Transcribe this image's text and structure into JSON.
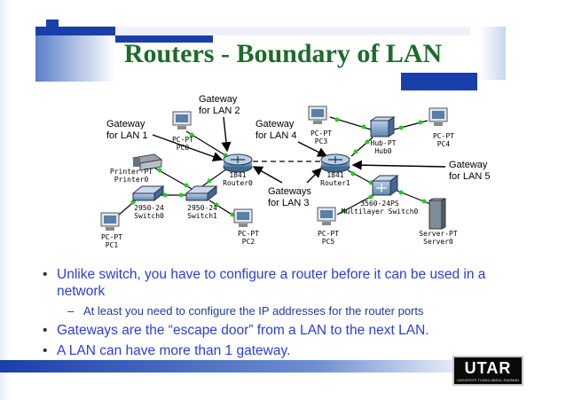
{
  "slide": {
    "title": "Routers - Boundary of LAN",
    "bullets": [
      {
        "marker": "•",
        "text": "Unlike switch, you have to configure a router before it can be used in a network",
        "level": 1
      },
      {
        "marker": "–",
        "text": "At least you need to configure the IP addresses for the router ports",
        "level": 2
      },
      {
        "marker": "•",
        "text": "Gateways are the “escape door” from a LAN to the next LAN.",
        "level": 1
      },
      {
        "marker": "•",
        "text": "A LAN can have more than 1 gateway.",
        "level": 1
      }
    ],
    "logo_text": "UTAR",
    "logo_subtext": "UNIVERSITI TUNKU ABDUL RAHMAN"
  },
  "diagram": {
    "annotations": {
      "gw_lan1": [
        "Gateway",
        "for LAN 1"
      ],
      "gw_lan2": [
        "Gateway",
        "for LAN 2"
      ],
      "gw_lan4": [
        "Gateway",
        "for LAN 4"
      ],
      "gw_lan3": [
        "Gateways",
        "for LAN 3"
      ],
      "gw_lan5": [
        "Gateway",
        "for LAN 5"
      ]
    },
    "devices": [
      {
        "id": "pc0",
        "type": "pc",
        "labels": [
          "PC-PT",
          "PC0"
        ]
      },
      {
        "id": "printer0",
        "type": "printer",
        "labels": [
          "Printer-PT",
          "Printer0"
        ]
      },
      {
        "id": "switch0",
        "type": "switch",
        "labels": [
          "2950-24",
          "Switch0"
        ]
      },
      {
        "id": "switch1",
        "type": "switch",
        "labels": [
          "2950-24",
          "Switch1"
        ]
      },
      {
        "id": "pc1",
        "type": "pc",
        "labels": [
          "PC-PT",
          "PC1"
        ]
      },
      {
        "id": "pc2",
        "type": "pc",
        "labels": [
          "PC-PT",
          "PC2"
        ]
      },
      {
        "id": "router0",
        "type": "router",
        "labels": [
          "1841",
          "Router0"
        ]
      },
      {
        "id": "router1",
        "type": "router",
        "labels": [
          "1841",
          "Router1"
        ]
      },
      {
        "id": "pc3",
        "type": "pc",
        "labels": [
          "PC-PT",
          "PC3"
        ]
      },
      {
        "id": "hub0",
        "type": "hub",
        "labels": [
          "Hub-PT",
          "Hub0"
        ]
      },
      {
        "id": "pc4",
        "type": "pc",
        "labels": [
          "PC-PT",
          "PC4"
        ]
      },
      {
        "id": "mswitch0",
        "type": "multilayer",
        "labels": [
          "3560-24PS",
          "Multilayer Switch0"
        ]
      },
      {
        "id": "pc5",
        "type": "pc",
        "labels": [
          "PC-PT",
          "PC5"
        ]
      },
      {
        "id": "server0",
        "type": "server",
        "labels": [
          "Server-PT",
          "Server0"
        ]
      }
    ]
  },
  "colors": {
    "title": "#1e6b2a",
    "bullet_text": "#2a3fd6",
    "deco_blue": "#1a3fa8",
    "link_dot": "#22cc22"
  }
}
